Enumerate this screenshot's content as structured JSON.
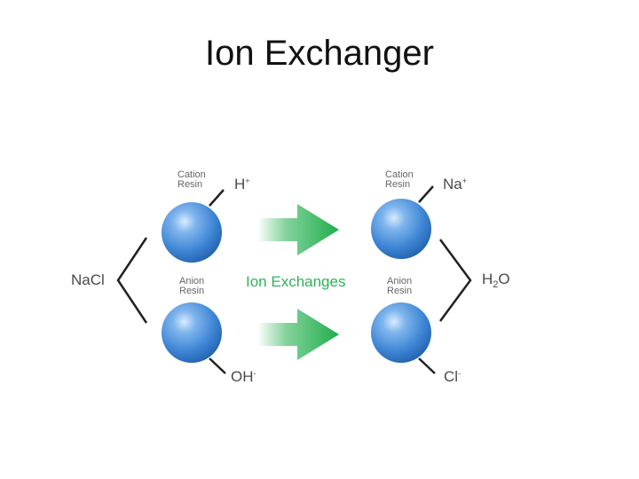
{
  "title": "Ion Exchanger",
  "left": {
    "reactant": "NaCl",
    "top_resin": {
      "line1": "Cation",
      "line2": "Resin"
    },
    "bottom_resin": {
      "line1": "Anion",
      "line2": "Resin"
    },
    "top_ion": {
      "base": "H",
      "charge": "+"
    },
    "bottom_ion": {
      "base": "OH",
      "charge": "-"
    }
  },
  "middle": {
    "process": "Ion Exchanges"
  },
  "right": {
    "top_resin": {
      "line1": "Cation",
      "line2": "Resin"
    },
    "bottom_resin": {
      "line1": "Anion",
      "line2": "Resin"
    },
    "top_ion": {
      "base": "Na",
      "charge": "+"
    },
    "bottom_ion": {
      "base": "Cl",
      "charge": "-"
    },
    "product": {
      "h": "H",
      "two": "2",
      "o": "O"
    }
  },
  "colors": {
    "bead": "#3f86d6",
    "arrow": "#1fae4b",
    "text_green": "#2db358",
    "lines": "#222222"
  }
}
